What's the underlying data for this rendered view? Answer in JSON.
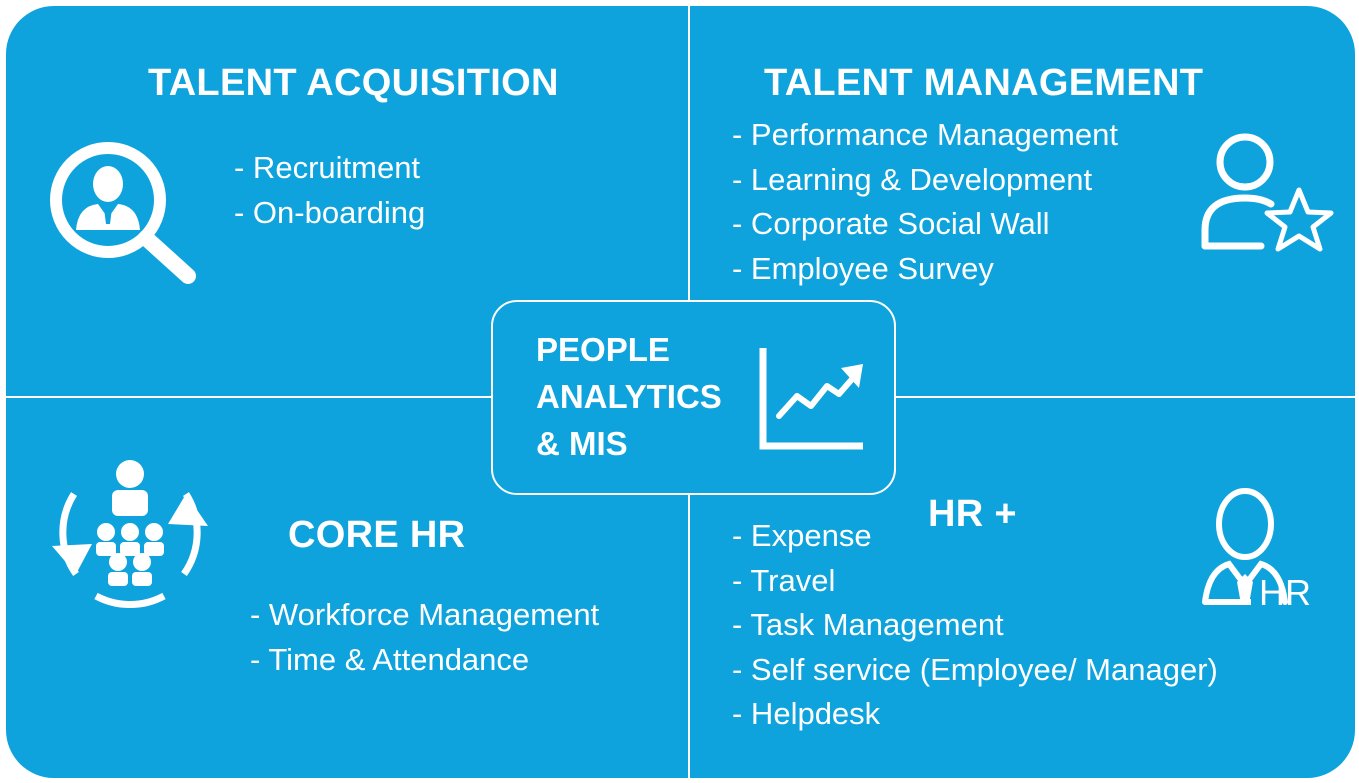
{
  "colors": {
    "background": "#0ea3dc",
    "foreground": "#ffffff"
  },
  "quadrants": {
    "talent_acquisition": {
      "title": "TALENT ACQUISITION",
      "icon": "magnifier-person-icon",
      "items": [
        "- Recruitment",
        "- On-boarding"
      ]
    },
    "talent_management": {
      "title": "TALENT MANAGEMENT",
      "icon": "person-star-icon",
      "items": [
        "- Performance Management",
        "- Learning & Development",
        "- Corporate Social Wall",
        "- Employee Survey"
      ]
    },
    "core_hr": {
      "title": "CORE HR",
      "icon": "team-cycle-icon",
      "items": [
        "- Workforce Management",
        "- Time & Attendance"
      ]
    },
    "hr_plus": {
      "title": "HR +",
      "icon": "hr-person-icon",
      "icon_text": "HR",
      "items": [
        "- Expense",
        "- Travel",
        "- Task Management",
        "- Self service (Employee/ Manager)",
        "- Helpdesk"
      ]
    }
  },
  "center": {
    "title_lines": [
      "PEOPLE",
      "ANALYTICS",
      "& MIS"
    ],
    "icon": "trend-chart-icon"
  }
}
